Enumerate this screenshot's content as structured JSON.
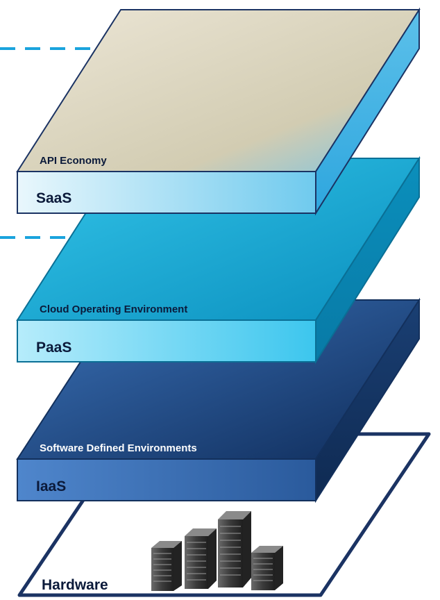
{
  "layers": [
    {
      "top_label": "API Economy",
      "front_label": "SaaS"
    },
    {
      "top_label": "Cloud Operating Environment",
      "front_label": "PaaS"
    },
    {
      "top_label": "Software Defined Environments",
      "front_label": "IaaS"
    }
  ],
  "base": {
    "label": "Hardware",
    "icon": "server-racks-icon"
  },
  "colors": {
    "saas_top": "#d7d1bd",
    "saas_front": "#bfe6f5",
    "paas_top": "#14b6dc",
    "paas_front": "#8ddff5",
    "iaas_top": "#1c4f8f",
    "iaas_front": "#3d76bf",
    "outline": "#1b3363",
    "dash": "#1aa3dd"
  }
}
